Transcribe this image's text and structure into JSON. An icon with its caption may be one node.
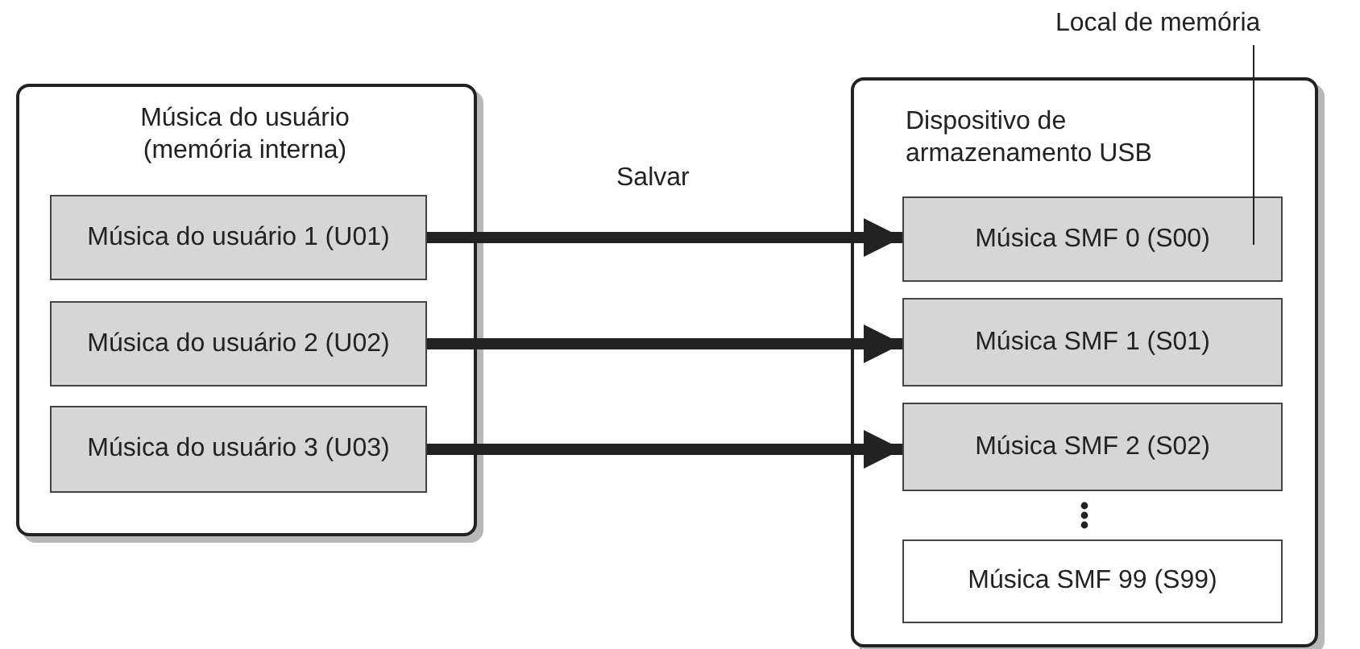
{
  "diagram": {
    "nodes": [
      {
        "text": [
          "Música do usuário (memória interna)"
        ]
      },
      {
        "text": [
          "Música do usuário 1 (U01)"
        ],
        "in": 0
      },
      {
        "text": [
          "Música do usuário 2 (U02)"
        ],
        "in": 0
      },
      {
        "text": [
          "Música do usuário 3 (U03)"
        ],
        "in": 0
      },
      {
        "text": [
          "Dispositivo de armazenamento USB"
        ]
      },
      {
        "text": [
          "Música SMF 0 (S00)"
        ],
        "in": 4
      },
      {
        "text": [
          "Música SMF 1 (S01)"
        ],
        "in": 4
      },
      {
        "text": [
          "Música SMF 2 (S02)"
        ],
        "in": 4
      },
      {
        "text": [
          "Música SMF 99 (S99)"
        ],
        "in": 4
      },
      {
        "text": [
          "Local de memória"
        ]
      }
    ],
    "edges": [
      {
        "from": 1,
        "to": 5,
        "arrow": "to",
        "label": "Salvar"
      },
      {
        "from": 2,
        "to": 6,
        "arrow": "to"
      },
      {
        "from": 3,
        "to": 7,
        "arrow": "to"
      },
      {
        "from": 9,
        "to": 5,
        "arrow": "none"
      }
    ]
  }
}
